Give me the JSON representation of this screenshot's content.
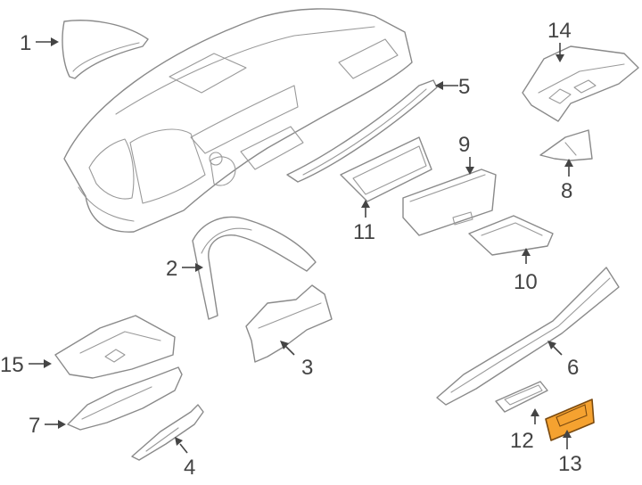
{
  "callouts": [
    {
      "id": "1",
      "label": "1"
    },
    {
      "id": "2",
      "label": "2"
    },
    {
      "id": "3",
      "label": "3"
    },
    {
      "id": "4",
      "label": "4"
    },
    {
      "id": "5",
      "label": "5"
    },
    {
      "id": "6",
      "label": "6"
    },
    {
      "id": "7",
      "label": "7"
    },
    {
      "id": "8",
      "label": "8"
    },
    {
      "id": "9",
      "label": "9"
    },
    {
      "id": "10",
      "label": "10"
    },
    {
      "id": "11",
      "label": "11"
    },
    {
      "id": "12",
      "label": "12"
    },
    {
      "id": "13",
      "label": "13"
    },
    {
      "id": "14",
      "label": "14"
    },
    {
      "id": "15",
      "label": "15"
    }
  ],
  "colors": {
    "line_art": "#8a8a8a",
    "callout_text": "#444444",
    "highlight_fill": "#f5a230",
    "highlight_stroke": "#7a4a10",
    "background": "#ffffff"
  }
}
